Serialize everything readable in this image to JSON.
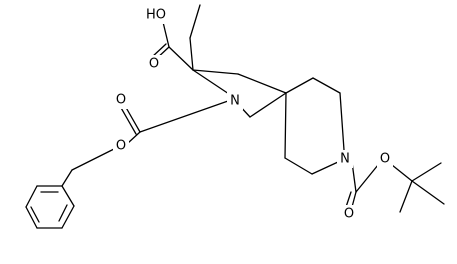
{
  "molecule": {
    "atoms": [
      {
        "id": "O1",
        "label": "HO"
      },
      {
        "id": "O2",
        "label": "O"
      },
      {
        "id": "N1",
        "label": "N"
      },
      {
        "id": "O3",
        "label": "O"
      },
      {
        "id": "O4",
        "label": "O"
      },
      {
        "id": "N2",
        "label": "N"
      },
      {
        "id": "O5",
        "label": "O"
      },
      {
        "id": "O6",
        "label": "O"
      }
    ]
  },
  "colors": {
    "bond": "#000000",
    "text": "#000000",
    "background": "#ffffff"
  }
}
